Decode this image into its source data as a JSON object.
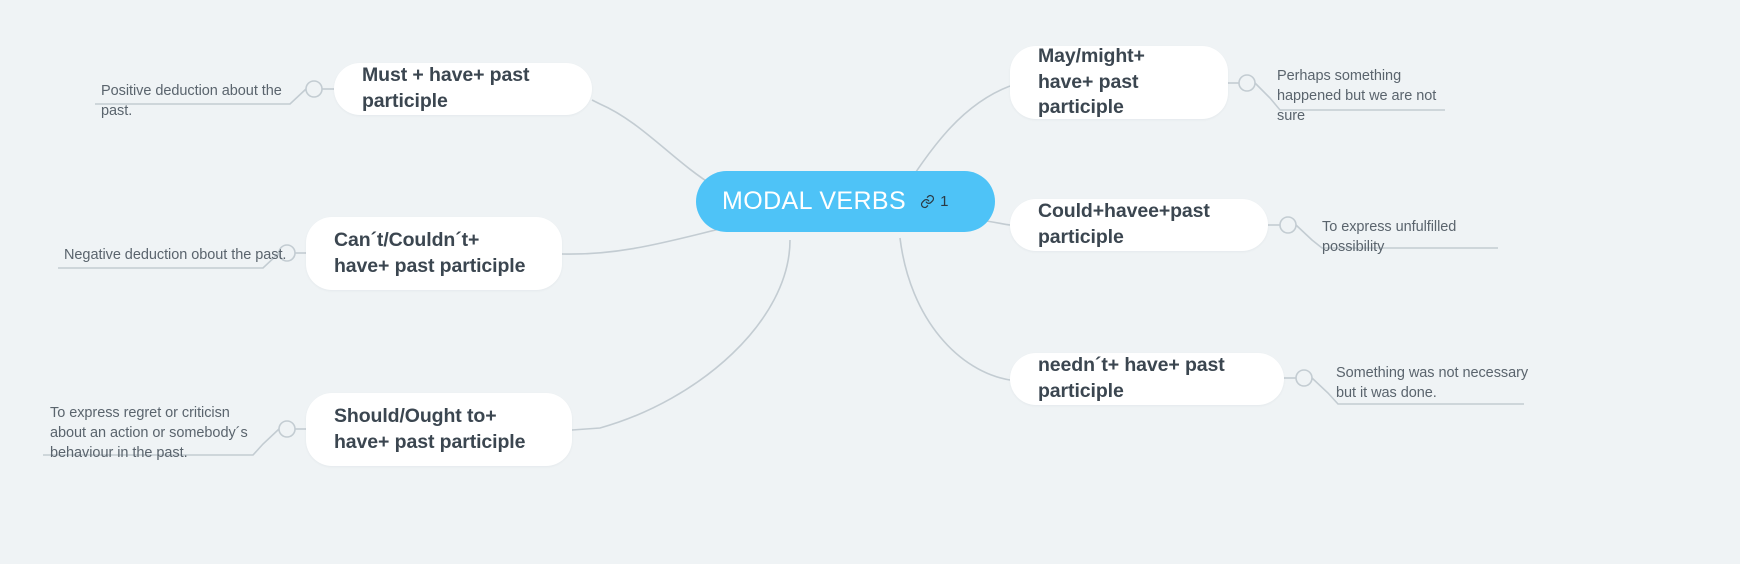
{
  "diagram": {
    "type": "mind-map",
    "background_color": "#eff3f5",
    "root": {
      "title": "MODAL VERBS",
      "link_count": "1",
      "link_icon": "link-icon",
      "color": "#4ec3f7",
      "text_color": "#ffffff"
    },
    "node_color": "#ffffff",
    "node_text_color": "#3b4650",
    "leaf_text_color": "#5a646d",
    "edge_color": "#c3ccd2",
    "branches": [
      {
        "id": "must",
        "node": "Must + have+ past participle",
        "leaf": "Positive deduction about the past.",
        "side": "left"
      },
      {
        "id": "cant-couldnt",
        "node": "Can´t/Couldn´t+ have+ past participle",
        "leaf": "Negative deduction obout the past.",
        "side": "left"
      },
      {
        "id": "should-ought",
        "node": "Should/Ought to+ have+ past participle",
        "leaf": "To express regret or criticisn about an action or somebody´s behaviour in the past.",
        "side": "left"
      },
      {
        "id": "may-might",
        "node": "May/might+ have+ past participle",
        "leaf": "Perhaps something happened but we are not sure",
        "side": "right"
      },
      {
        "id": "could",
        "node": "Could+havee+past participle",
        "leaf": "To express unfulfilled possibility",
        "side": "right"
      },
      {
        "id": "neednt",
        "node": "needn´t+ have+ past participle",
        "leaf": "Something was not necessary but it was done.",
        "side": "right"
      }
    ]
  }
}
